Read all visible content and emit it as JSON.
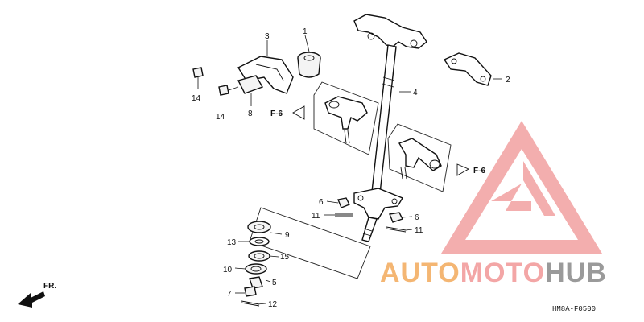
{
  "callouts": {
    "c1": "1",
    "c2": "2",
    "c3": "3",
    "c4": "4",
    "c5": "5",
    "c6a": "6",
    "c6b": "6",
    "c7": "7",
    "c8": "8",
    "c9": "9",
    "c10": "10",
    "c11a": "11",
    "c11b": "11",
    "c12": "12",
    "c13": "13",
    "c14a": "14",
    "c14b": "14",
    "c15": "15"
  },
  "refs": {
    "left": "F-6",
    "right": "F-6"
  },
  "front_label": "FR.",
  "diagram_code": "HM8A-F0500",
  "watermark": {
    "auto": "AUTO",
    "moto": "MOTO",
    "hub": "HUB"
  },
  "colors": {
    "watermark_red": "#f2a0a0",
    "watermark_orange": "#f4b673",
    "watermark_gray": "#9a9a9a"
  }
}
